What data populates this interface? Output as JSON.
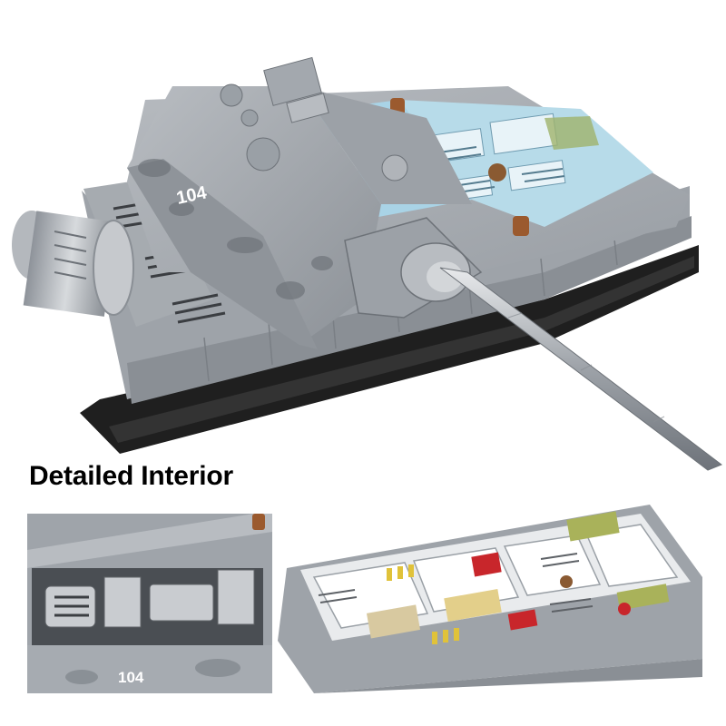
{
  "main_image": {
    "hull_number": "104"
  },
  "caption": {
    "text": "Detailed Interior"
  },
  "detail_left": {
    "hull_number": "104"
  },
  "colors": {
    "armor": "#a9adb3",
    "armor_dark": "#7d8289",
    "track": "#1f1f1f",
    "interior_blue": "#a9d3e6",
    "interior_red": "#c8262b",
    "interior_yellow": "#e0c23a",
    "interior_olive": "#a9b25a",
    "interior_tan": "#d8c9a0",
    "brown_accent": "#9b5a2e"
  }
}
